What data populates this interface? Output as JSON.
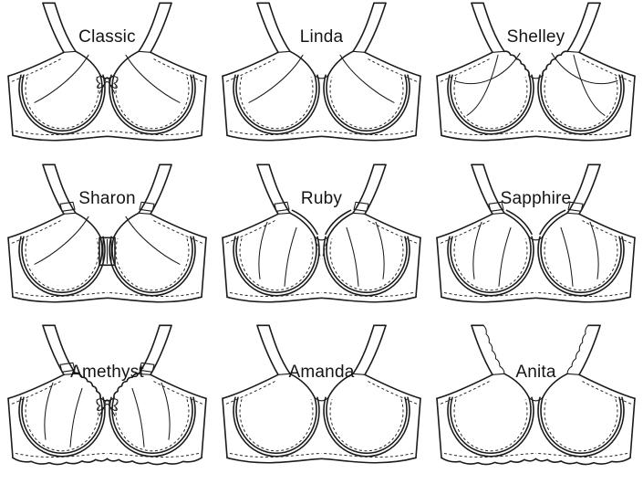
{
  "page": {
    "kind": "bra-styles-catalog",
    "background": "#ffffff"
  },
  "colors": {
    "line": "#1b1b1b",
    "text": "#141414",
    "background": "#ffffff"
  },
  "grid": {
    "rows": 3,
    "cols": 3,
    "cells": [
      {
        "label": "Classic",
        "illustration": "bra-line-drawing",
        "features": [
          "diagonal-seam",
          "bow"
        ]
      },
      {
        "label": "Linda",
        "illustration": "bra-line-drawing",
        "features": [
          "diagonal-seam"
        ]
      },
      {
        "label": "Shelley",
        "illustration": "bra-line-drawing",
        "features": [
          "cross-seam",
          "lace-top"
        ]
      },
      {
        "label": "Sharon",
        "illustration": "bra-line-drawing",
        "features": [
          "diagonal-seam",
          "front-clasp",
          "strap-rings"
        ]
      },
      {
        "label": "Ruby",
        "illustration": "bra-line-drawing",
        "features": [
          "vertical-seam",
          "neckline-band",
          "strap-rings",
          "gore-stitch"
        ]
      },
      {
        "label": "Sapphire",
        "illustration": "bra-line-drawing",
        "features": [
          "vertical-seam",
          "neckline-band",
          "strap-rings"
        ]
      },
      {
        "label": "Amethyst",
        "illustration": "bra-line-drawing",
        "features": [
          "vertical-seam",
          "lace-top",
          "lace-bottom",
          "bow",
          "strap-rings"
        ]
      },
      {
        "label": "Amanda",
        "illustration": "bra-line-drawing",
        "features": []
      },
      {
        "label": "Anita",
        "illustration": "bra-line-drawing",
        "features": [
          "lace-straps",
          "lace-bottom"
        ]
      }
    ]
  }
}
